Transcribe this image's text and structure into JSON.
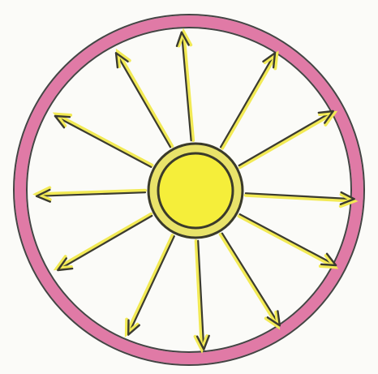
{
  "diagram": {
    "colors": {
      "paper": "#fbfbf8",
      "outer_ring": "#e07aa6",
      "ring_outline": "#444444",
      "hub_fill": "#f5ee3a",
      "hub_ring": "#e9e36a",
      "hub_outline": "#3a3a2a",
      "arrow_line": "#3b3b30",
      "arrow_highlight": "#f2ea55"
    },
    "spokes": [
      {
        "id": "up",
        "angle_deg": -95
      },
      {
        "id": "upper-right",
        "angle_deg": -60
      },
      {
        "id": "right-up",
        "angle_deg": -30
      },
      {
        "id": "right",
        "angle_deg": 3
      },
      {
        "id": "right-down",
        "angle_deg": 28
      },
      {
        "id": "lower-right",
        "angle_deg": 58
      },
      {
        "id": "down",
        "angle_deg": 87
      },
      {
        "id": "lower-left",
        "angle_deg": 115
      },
      {
        "id": "left-down",
        "angle_deg": 150
      },
      {
        "id": "left",
        "angle_deg": 178
      },
      {
        "id": "left-up",
        "angle_deg": -152
      },
      {
        "id": "upper-left",
        "angle_deg": -120
      }
    ]
  }
}
